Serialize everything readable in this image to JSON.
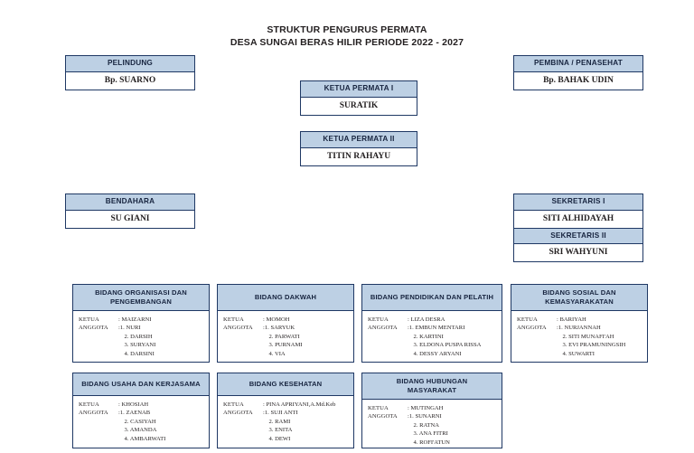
{
  "document": {
    "title_lines": [
      "STRUKTUR PENGURUS PERMATA",
      "DESA SUNGAI BERAS HILIR PERIODE 2022 - 2027"
    ]
  },
  "colors": {
    "header_fill": "#bdd0e4",
    "border": "#1f3864",
    "text": "#231f20",
    "background": "#ffffff"
  },
  "labels": {
    "ketua": "KETUA",
    "anggota": "ANGGOTA",
    "colon": ":"
  },
  "nodes": {
    "pelindung": {
      "head": "PELINDUNG",
      "name": "Bp. SUARNO"
    },
    "pembina": {
      "head": "PEMBINA / PENASEHAT",
      "name": "Bp. BAHAK UDIN"
    },
    "ketua_permata_1": {
      "head": "KETUA PERMATA I",
      "name": "SURATIK"
    },
    "ketua_permata_2": {
      "head": "KETUA PERMATA II",
      "name": "TITIN RAHAYU"
    },
    "bendahara": {
      "head": "BENDAHARA",
      "name": "SU GIANI"
    },
    "sekretaris_1": {
      "head": "SEKRETARIS I",
      "name": "SITI ALHIDAYAH"
    },
    "sekretaris_2": {
      "head": "SEKRETARIS II",
      "name": "SRI WAHYUNI"
    }
  },
  "bidang": [
    {
      "id": "organisasi",
      "head_lines": [
        "BIDANG ORGANISASI DAN",
        "PENGEMBANGAN"
      ],
      "ketua": "MAIZARNI",
      "anggota": [
        "1. NURI",
        "2. DARSIH",
        "3. SURYANI",
        "4. DARSINI"
      ]
    },
    {
      "id": "dakwah",
      "head_lines": [
        "BIDANG DAKWAH"
      ],
      "ketua": "MOMOH",
      "anggota": [
        "1. SARYUK",
        "2. PARWATI",
        "3. PURNAMI",
        "4. VIA"
      ]
    },
    {
      "id": "pendidikan",
      "head_lines": [
        "BIDANG PENDIDIKAN DAN PELATIH"
      ],
      "ketua": "LIZA DESRA",
      "anggota": [
        "1. EMBUN MENTARI",
        "2. KARTINI",
        "3. ELDONA PUSPA RISSA",
        "4. DESSY ARYANI"
      ]
    },
    {
      "id": "sosial",
      "head_lines": [
        "BIDANG SOSIAL DAN",
        "KEMASYARAKATAN"
      ],
      "ketua": "BARIYAH",
      "anggota": [
        "1. NURJANNAH",
        "2. SITI MUNAFI'AH",
        "3. EVI PRAMUNINGSIH",
        "4. SUWARTI"
      ]
    },
    {
      "id": "usaha",
      "head_lines": [
        "BIDANG USAHA DAN KERJASAMA"
      ],
      "ketua": "KHOSIAH",
      "anggota": [
        "1. ZAENAB",
        "2. CASIYAH",
        "3. AMANDA",
        "4. AMBARWATI"
      ]
    },
    {
      "id": "kesehatan",
      "head_lines": [
        "BIDANG KESEHATAN"
      ],
      "ketua": "PINA APRIYANI,A.Md.Keb",
      "anggota": [
        "1. SUJI ANTI",
        "2. RAMI",
        "3. ENITA",
        "4. DEWI"
      ]
    },
    {
      "id": "humas",
      "head_lines": [
        "BIDANG HUBUNGAN",
        "MASYARAKAT"
      ],
      "ketua": "MUTINGAH",
      "anggota": [
        "1. SUNARNI",
        "2. RATNA",
        "3. ANA FITRI",
        "4. ROFI'ATUN"
      ]
    }
  ]
}
